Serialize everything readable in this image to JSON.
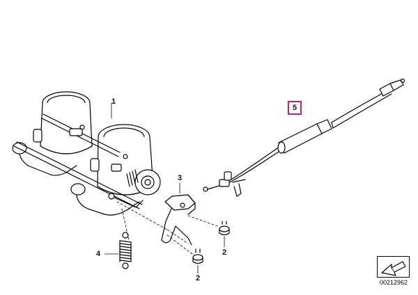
{
  "callouts": {
    "throttle_body": "1",
    "screw_upper": "2",
    "screw_lower": "2",
    "bracket": "3",
    "spring": "4",
    "cable": "5"
  },
  "highlight_color": "#d11a6a",
  "diagram_number": "00212962",
  "icons": {
    "nav": "arrow-icon"
  }
}
